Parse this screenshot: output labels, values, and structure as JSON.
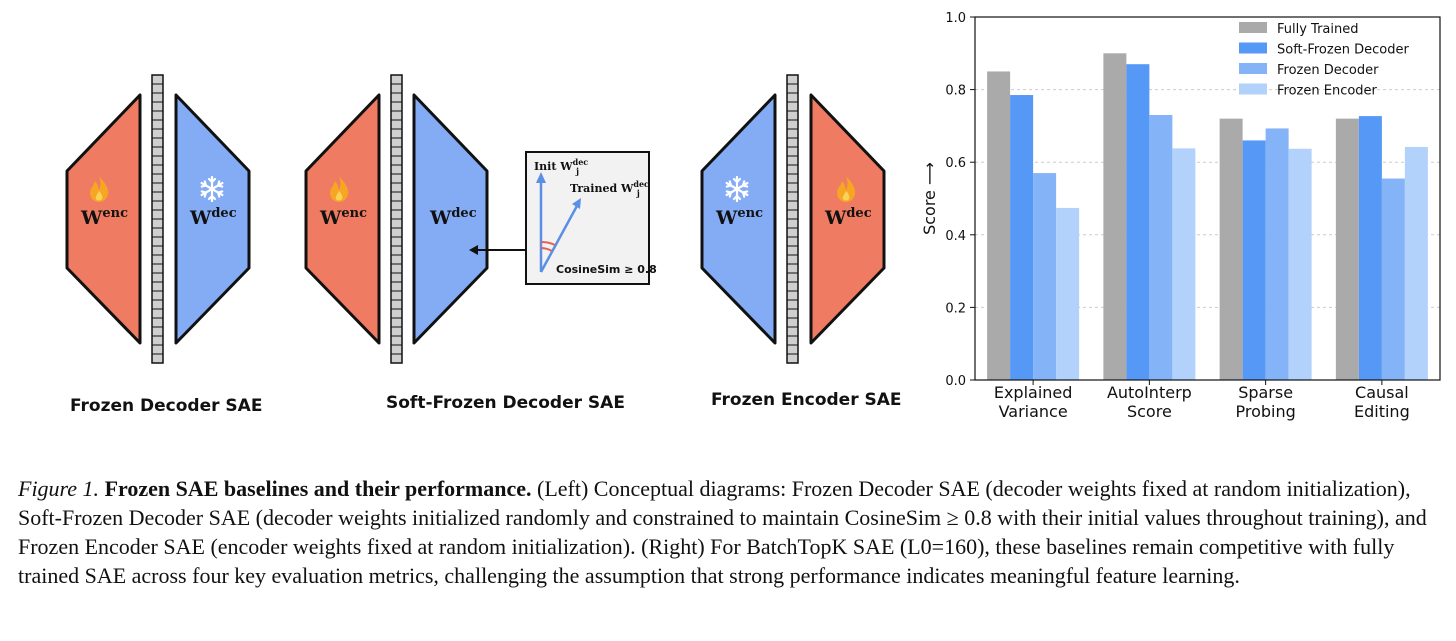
{
  "diagrams": {
    "frozen_decoder": {
      "label": "Frozen Decoder SAE",
      "enc": "W",
      "enc_sup": "enc",
      "dec": "W",
      "dec_sup": "dec"
    },
    "soft_frozen_decoder": {
      "label": "Soft-Frozen Decoder SAE",
      "enc": "W",
      "enc_sup": "enc",
      "dec": "W",
      "dec_sup": "dec",
      "inset": {
        "init_label": "Init W",
        "init_sup": "dec",
        "init_sub": "j",
        "trained_label": "Trained W",
        "trained_sup": "dec",
        "trained_sub": "j",
        "cos_label": "CosineSim ≥ 0.8"
      }
    },
    "frozen_encoder": {
      "label": "Frozen Encoder SAE",
      "enc": "W",
      "enc_sup": "enc",
      "dec": "W",
      "dec_sup": "dec"
    },
    "colors": {
      "trained": "#ee7b62",
      "frozen": "#84acf5"
    },
    "icons": {
      "trained": "fire-icon",
      "frozen": "snowflake-icon"
    }
  },
  "chart_data": {
    "type": "bar",
    "categories": [
      "Explained\nVariance",
      "AutoInterp\nScore",
      "Sparse\nProbing",
      "Causal\nEditing"
    ],
    "series": [
      {
        "name": "Fully Trained",
        "color": "#aaaaaa",
        "values": [
          0.85,
          0.9,
          0.72,
          0.72
        ]
      },
      {
        "name": "Soft-Frozen Decoder",
        "color": "#5598f5",
        "values": [
          0.785,
          0.87,
          0.66,
          0.727
        ]
      },
      {
        "name": "Frozen Decoder",
        "color": "#84b3f7",
        "values": [
          0.57,
          0.73,
          0.693,
          0.555
        ]
      },
      {
        "name": "Frozen Encoder",
        "color": "#b2d1fb",
        "values": [
          0.474,
          0.638,
          0.637,
          0.642
        ]
      }
    ],
    "ylabel": "Score ⟶",
    "yticks": [
      "0.0",
      "0.2",
      "0.4",
      "0.6",
      "0.8",
      "1.0"
    ],
    "ylim": [
      0,
      1.0
    ],
    "grid": "horizontal dashed",
    "legend": "top-right"
  },
  "caption": {
    "fig_num": "Figure 1.",
    "title": "Frozen SAE baselines and their performance.",
    "text": "(Left) Conceptual diagrams: Frozen Decoder SAE (decoder weights fixed at random initialization), Soft-Frozen Decoder SAE (decoder weights initialized randomly and constrained to maintain CosineSim ≥ 0.8 with their initial values throughout training), and Frozen Encoder SAE (encoder weights fixed at random initialization). (Right) For BatchTopK SAE (L0=160), these baselines remain competitive with fully trained SAE across four key evaluation metrics, challenging the assumption that strong performance indicates meaningful feature learning."
  }
}
